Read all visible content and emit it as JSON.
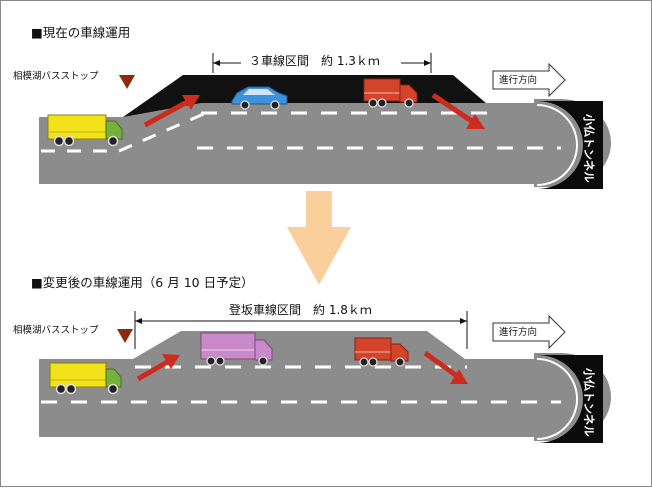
{
  "current": {
    "heading": "■現在の車線運用",
    "bus_stop_label": "相模湖バスストップ",
    "span_label": "３車線区間　約 1.3ｋｍ",
    "direction_label": "進行方向",
    "tunnel_label": "小仏トンネル"
  },
  "after": {
    "heading": "■変更後の車線運用（6 月 10 日予定）",
    "bus_stop_label": "相模湖バスストップ",
    "span_label": "登坂車線区間　約 1.8ｋｍ",
    "direction_label": "進行方向",
    "tunnel_label": "小仏トンネル"
  },
  "colors": {
    "road": "#8c8c8c",
    "road_dark": "#6e6e6e",
    "slope_black": "#111111",
    "arrow_red": "#cc2b1d",
    "change_arrow": "#fbcf9c",
    "bus_stop_marker": "#8b2a0c",
    "truck_yellow": "#f2e21a",
    "truck_cab_green": "#77b03a",
    "truck_red": "#d4442b",
    "truck_purple": "#c98ac9",
    "car_blue": "#3d92dc"
  }
}
